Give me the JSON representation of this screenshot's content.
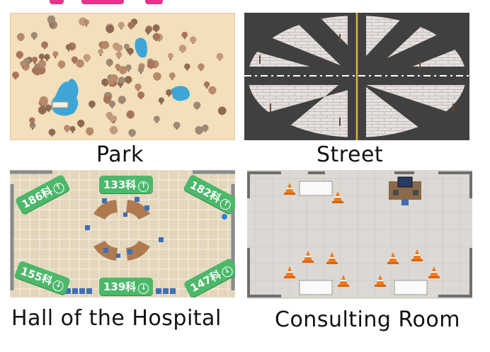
{
  "panels": {
    "park": {
      "caption": "Park"
    },
    "street": {
      "caption": "Street"
    },
    "hall": {
      "caption": "Hall of the Hospital",
      "signs": [
        {
          "label": "186科",
          "dir": "up"
        },
        {
          "label": "133科",
          "dir": "up"
        },
        {
          "label": "182科",
          "dir": "up"
        },
        {
          "label": "155科",
          "dir": "down"
        },
        {
          "label": "139科",
          "dir": "down"
        },
        {
          "label": "147科",
          "dir": "down"
        }
      ]
    },
    "consulting": {
      "caption": "Consulting Room"
    }
  },
  "icons": {
    "up": "↑",
    "down": "↓"
  },
  "colors": {
    "park_ground": "#f3dfba",
    "park_water": "#3da6d6",
    "tree_brown": "#a8745a",
    "street_asphalt": "#404040",
    "street_tile": "#e6e1df",
    "road_center_line": "#d9b43a",
    "hall_floor": "#ece4d2",
    "hall_sign": "#4cb86a",
    "desk_wood": "#b07a50",
    "room_floor": "#dcd8d3",
    "cone_orange": "#f07a1c",
    "accent_pink": "#e8338b"
  }
}
